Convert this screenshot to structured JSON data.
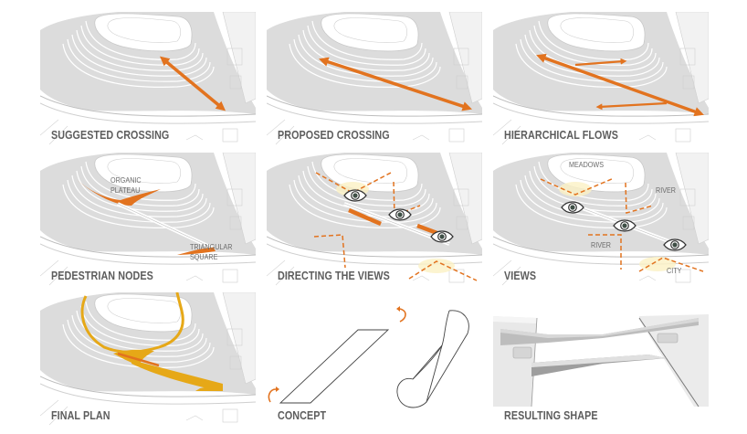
{
  "title": "Bridge crossing design diagrams",
  "colors": {
    "accent_orange": "#e2731f",
    "accent_gold": "#e6a817",
    "label_gray": "#5d5d5d",
    "terrain_gray": "#d9d9d9"
  },
  "panels": [
    {
      "id": "suggested-crossing",
      "label": "SUGGESTED CROSSING"
    },
    {
      "id": "proposed-crossing",
      "label": "PROPOSED CROSSING"
    },
    {
      "id": "hierarchical-flows",
      "label": "HIERARCHICAL FLOWS"
    },
    {
      "id": "pedestrian-nodes",
      "label": "PEDESTRIAN NODES",
      "annotations": [
        "ORGANIC",
        "PLATEAU",
        "TRIANGULAR",
        "SQUARE"
      ]
    },
    {
      "id": "directing-the-views",
      "label": "DIRECTING THE VIEWS",
      "icons": [
        "eye-icon",
        "eye-icon",
        "eye-icon"
      ]
    },
    {
      "id": "views",
      "label": "VIEWS",
      "annotations": [
        "MEADOWS",
        "RIVER",
        "RIVER",
        "CITY"
      ],
      "icons": [
        "eye-icon",
        "eye-icon",
        "eye-icon"
      ]
    },
    {
      "id": "final-plan",
      "label": "FINAL PLAN"
    },
    {
      "id": "concept",
      "label": "CONCEPT",
      "icons": [
        "rotate-arrow-icon",
        "rotate-arrow-icon"
      ]
    },
    {
      "id": "resulting-shape",
      "label": "RESULTING SHAPE"
    }
  ]
}
